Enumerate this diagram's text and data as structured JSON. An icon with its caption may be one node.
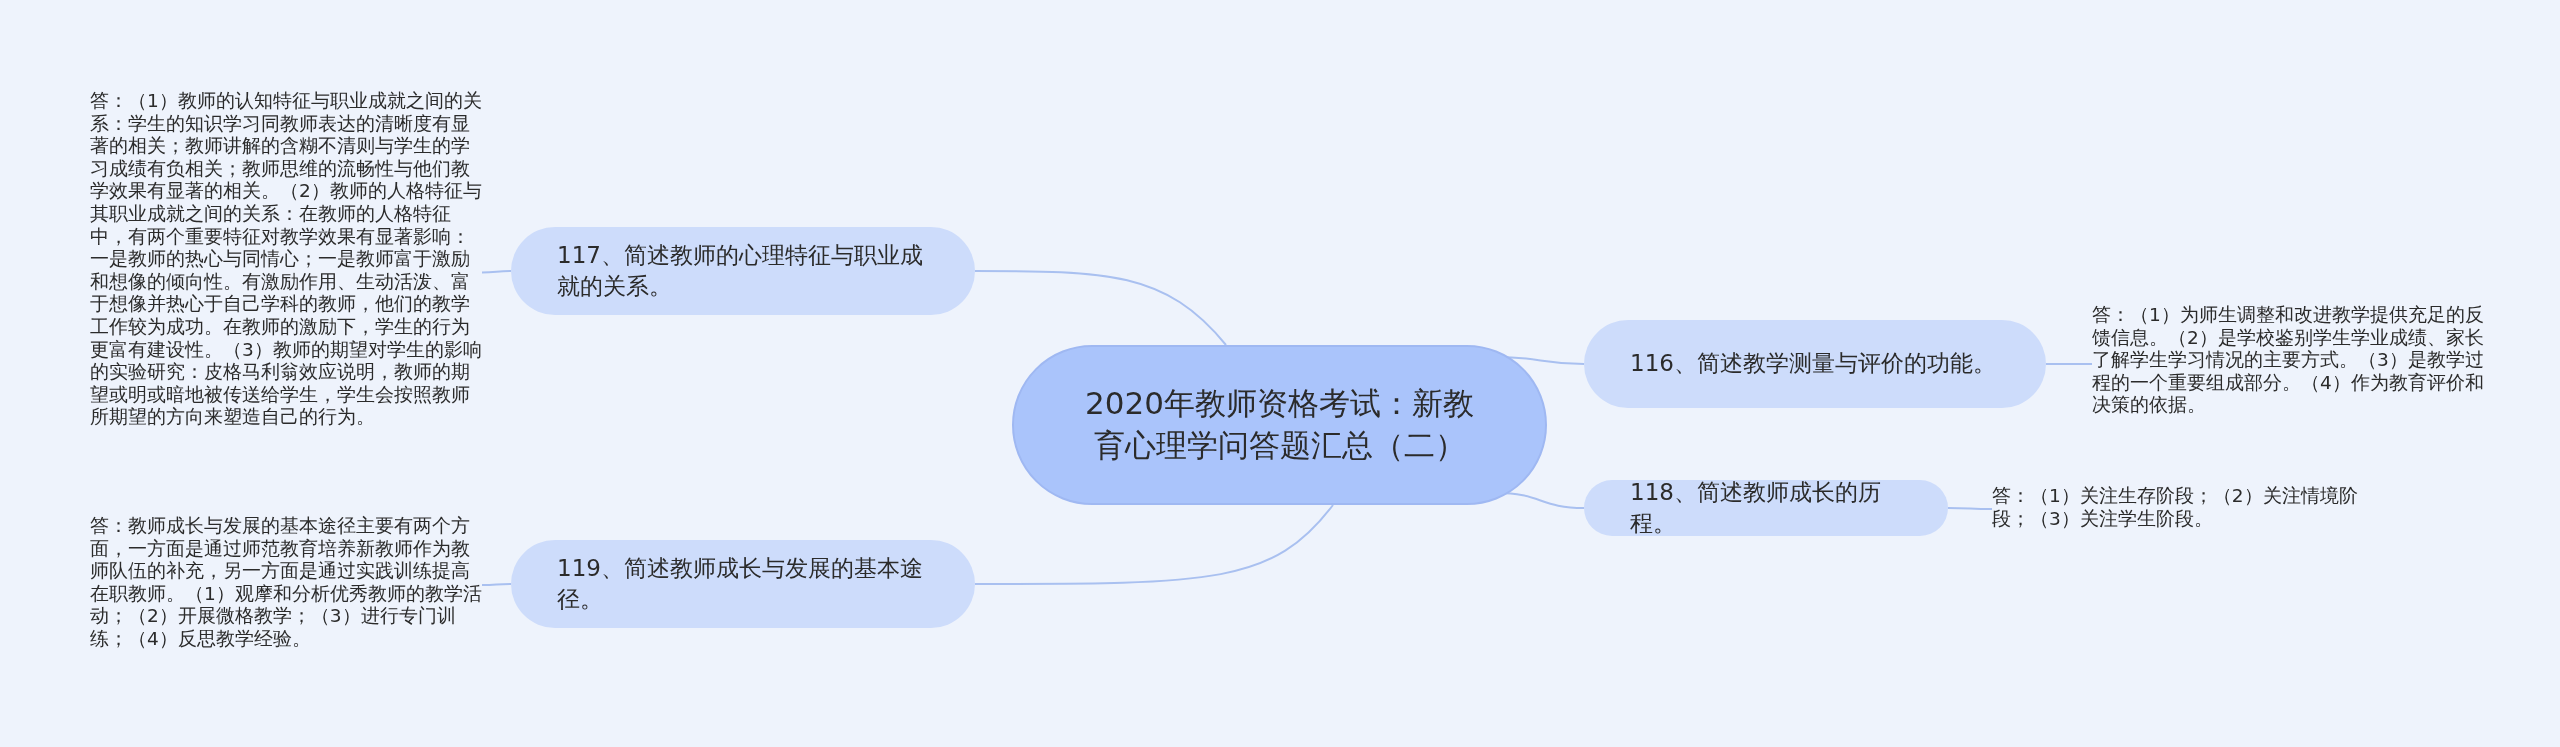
{
  "diagram": {
    "nodes": [
      {
        "text": [
          "2020年教师资格考试：新教育心理学问答题汇总（二）"
        ]
      },
      {
        "text": [
          "117、简述教师的心理特征与职业成就的关系。"
        ]
      },
      {
        "text": [
          "答：（1）教师的认知特征与职业成就之间的关系：学生的知识学习同教师表达的清晰度有显著的相关；教师讲解的含糊不清则与学生的学习成绩有负相关；教师思维的流畅性与他们教学效果有显著的相关。（2）教师的人格特征与其职业成就之间的关系：在教师的人格特征中，有两个重要特征对教学效果有显著影响：一是教师的热心与同情心；一是教师富于激励和想像的倾向性。有激励作用、生动活泼、富于想像并热心于自己学科的教师，他们的教学工作较为成功。在教师的激励下，学生的行为更富有建设性。（3）教师的期望对学生的影响的实验研究：皮格马利翁效应说明，教师的期望或明或暗地被传送给学生，学生会按照教师所期望的方向来塑造自己的行为。"
        ]
      },
      {
        "text": [
          "116、简述教学测量与评价的功能。"
        ]
      },
      {
        "text": [
          "答：（1）为师生调整和改进教学提供充足的反馈信息。（2）是学校鉴别学生学业成绩、家长了解学生学习情况的主要方式。（3）是教学过程的一个重要组成部分。（4）作为教育评价和决策的依据。"
        ]
      },
      {
        "text": [
          "118、简述教师成长的历程。"
        ]
      },
      {
        "text": [
          "答：（1）关注生存阶段；（2）关注情境阶段；（3）关注学生阶段。"
        ]
      },
      {
        "text": [
          "119、简述教师成长与发展的基本途径。"
        ]
      },
      {
        "text": [
          "答：教师成长与发展的基本途径主要有两个方面，一方面是通过师范教育培养新教师作为教师队伍的补充，另一方面是通过实践训练提高在职教师。（1）观摩和分析优秀教师的教学活动；（2）开展微格教学；（3）进行专门训练；（4）反思教学经验。"
        ]
      }
    ],
    "edges": [
      {
        "from": 0,
        "to": 1,
        "arrow": "none"
      },
      {
        "from": 1,
        "to": 2,
        "arrow": "none"
      },
      {
        "from": 0,
        "to": 3,
        "arrow": "none"
      },
      {
        "from": 3,
        "to": 4,
        "arrow": "none"
      },
      {
        "from": 0,
        "to": 5,
        "arrow": "none"
      },
      {
        "from": 5,
        "to": 6,
        "arrow": "none"
      },
      {
        "from": 0,
        "to": 7,
        "arrow": "none"
      },
      {
        "from": 7,
        "to": 8,
        "arrow": "none"
      }
    ]
  }
}
